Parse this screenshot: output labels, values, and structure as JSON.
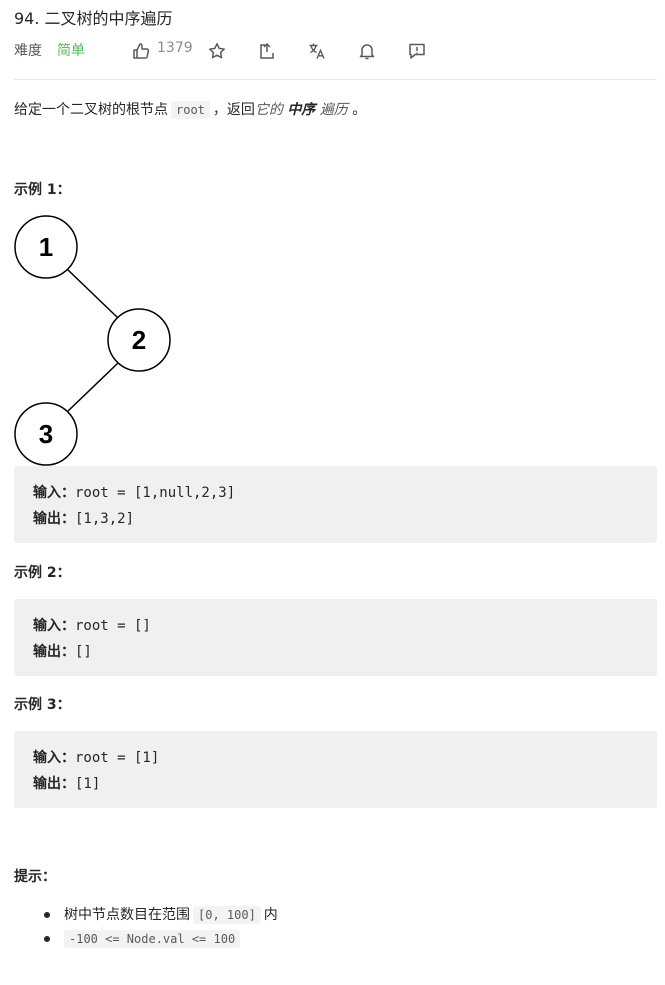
{
  "problem": {
    "title": "94. 二叉树的中序遍历",
    "difficulty_label": "难度",
    "difficulty": "简单",
    "likes": "1379"
  },
  "icons": [
    "thumbs-up-icon",
    "star-icon",
    "share-icon",
    "translate-icon",
    "bell-icon",
    "feedback-icon"
  ],
  "description": {
    "prefix": "给定一个二叉树的根节点",
    "code": "root",
    "middle": "，返回",
    "italic1": "它的",
    "bold": "中序",
    "italic2": "遍历",
    "suffix": "。"
  },
  "examples": [
    {
      "label": "示例 1：",
      "input_label": "输入：",
      "input": "root = [1,null,2,3]",
      "output_label": "输出：",
      "output": "[1,3,2]"
    },
    {
      "label": "示例 2：",
      "input_label": "输入：",
      "input": "root = []",
      "output_label": "输出：",
      "output": "[]"
    },
    {
      "label": "示例 3：",
      "input_label": "输入：",
      "input": "root = [1]",
      "output_label": "输出：",
      "output": "[1]"
    }
  ],
  "tree": {
    "nodes": [
      "1",
      "2",
      "3"
    ]
  },
  "constraints": {
    "label": "提示：",
    "items": [
      {
        "prefix": "树中节点数目在范围",
        "code": "[0, 100]",
        "suffix": "内"
      },
      {
        "prefix": "",
        "code": "-100 <= Node.val <= 100",
        "suffix": ""
      }
    ]
  },
  "colors": {
    "easy": "#5cb85c",
    "code_bg": "#f0f0f0",
    "text": "#262626"
  }
}
